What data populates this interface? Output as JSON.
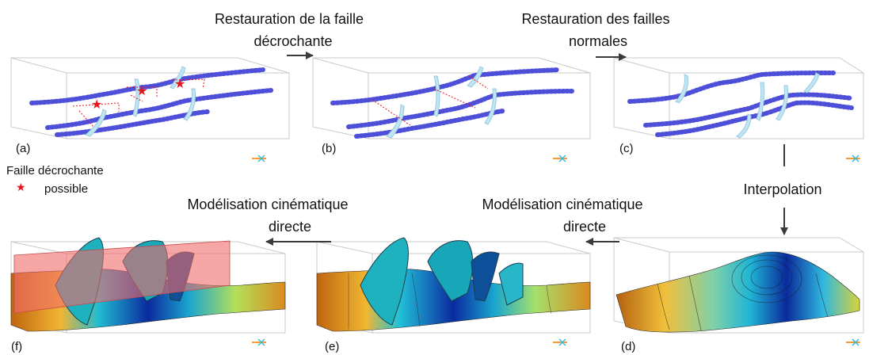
{
  "panels": {
    "a": "(a)",
    "b": "(b)",
    "c": "(c)",
    "d": "(d)",
    "e": "(e)",
    "f": "(f)"
  },
  "steps": {
    "ab": {
      "line1": "Restauration de la faille",
      "line2": "décrochante"
    },
    "bc": {
      "line1": "Restauration des failles",
      "line2": "normales"
    },
    "cd": {
      "line1": "Interpolation"
    },
    "de": {
      "line1": "Modélisation cinématique",
      "line2": "directe"
    },
    "ef": {
      "line1": "Modélisation cinématique",
      "line2": "directe"
    }
  },
  "legend": {
    "line1": "Faille décrochante",
    "line2": "possible",
    "marker_color": "#e8141b"
  },
  "colors": {
    "horizon": "#4e4fd8",
    "fault": "#bfe6f4",
    "fault_plane": "#f26b6b",
    "arrow": "#3a3a3a",
    "box": "#c9c9c9"
  }
}
